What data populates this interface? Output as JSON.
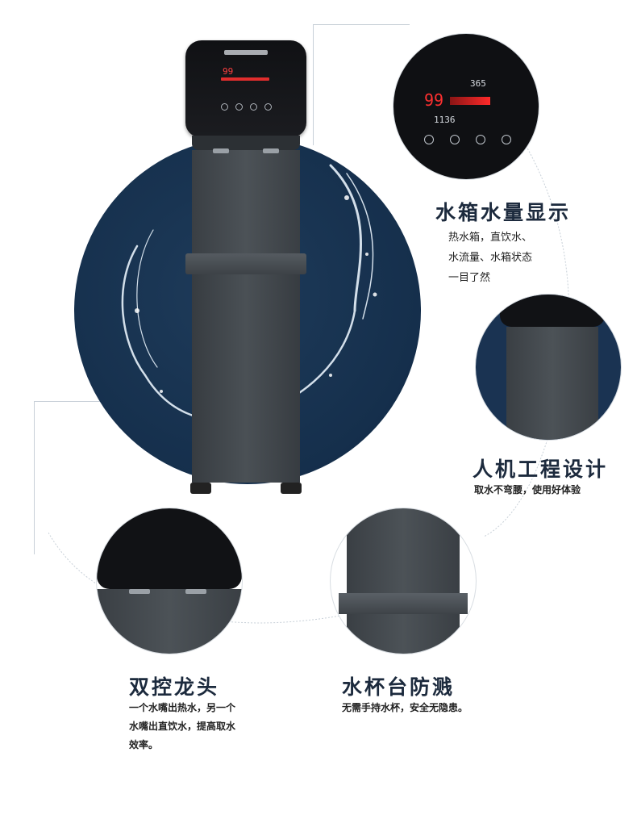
{
  "features": {
    "display": {
      "title": "水箱水量显示",
      "lines": [
        "热水箱，直饮水、",
        "水流量、水箱状态",
        "一目了然"
      ]
    },
    "ergonomic": {
      "title": "人机工程设计",
      "lines": [
        "取水不弯腰，使用好体验"
      ]
    },
    "dual_tap": {
      "title": "双控龙头",
      "lines": [
        "一个水嘴出热水，另一个",
        "水嘴出直饮水，提高取水",
        "效率。"
      ]
    },
    "cup_stand": {
      "title": "水杯台防溅",
      "lines": [
        "无需手持水杯，安全无隐患。"
      ]
    }
  },
  "panel": {
    "temperature": "99",
    "flow_readout": "1136",
    "volume_readout": "365"
  },
  "colors": {
    "navy": "#152f4c",
    "heading": "#1c2a3d",
    "accent_red": "#e12d2d",
    "cabinet": "#43484d"
  }
}
